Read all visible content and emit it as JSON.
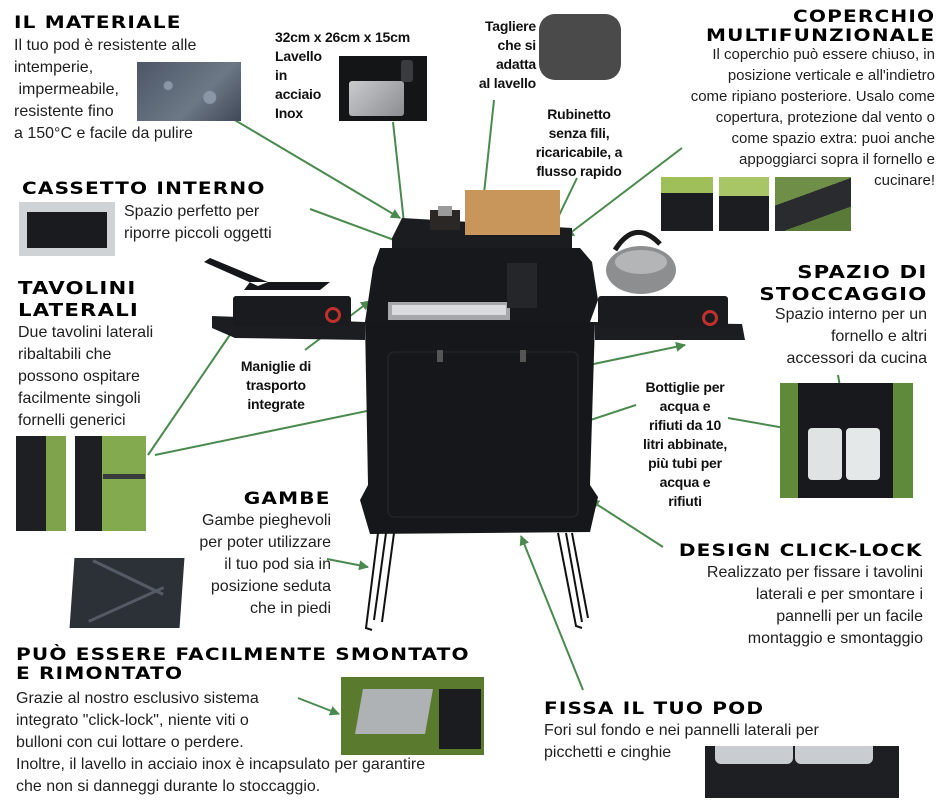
{
  "sections": {
    "materiale": {
      "title": "Il materiale",
      "lines": [
        "Il tuo pod è resistente alle",
        "intemperie,",
        " impermeabile,",
        "resistente fino",
        "a 150°C e facile da pulire"
      ]
    },
    "lavello": {
      "dims": "32cm x 26cm x 15cm",
      "lines": [
        "Lavello",
        "in",
        "acciaio",
        "Inox"
      ]
    },
    "tagliere": {
      "lines": [
        "Tagliere",
        "che si",
        "adatta",
        "al lavello"
      ]
    },
    "rubinetto": {
      "lines": [
        "Rubinetto",
        "senza fili,",
        "ricaricabile, a",
        "flusso rapido"
      ]
    },
    "coperchio": {
      "title_lines": [
        "Coperchio",
        "multifunzionale"
      ],
      "lines": [
        "Il coperchio può essere chiuso, in",
        "posizione verticale e all'indietro",
        "come ripiano posteriore. Usalo come",
        "copertura, protezione dal vento o",
        "come spazio extra: puoi anche",
        "appoggiarci sopra il fornello e",
        "cucinare!"
      ]
    },
    "cassetto": {
      "title": "Cassetto interno",
      "lines": [
        "Spazio perfetto per",
        "riporre piccoli oggetti"
      ]
    },
    "tavolini": {
      "title_lines": [
        "Tavolini",
        "laterali"
      ],
      "lines": [
        "Due tavolini laterali",
        "ribaltabili che",
        "possono ospitare",
        "facilmente singoli",
        "fornelli generici"
      ]
    },
    "maniglie": {
      "lines": [
        "Maniglie di",
        "trasporto",
        "integrate"
      ]
    },
    "stoccaggio": {
      "title_lines": [
        "Spazio di",
        "stoccaggio"
      ],
      "lines": [
        "Spazio interno per un",
        "fornello e altri",
        "accessori da cucina"
      ]
    },
    "bottiglie": {
      "lines": [
        "Bottiglie per",
        "acqua e",
        "rifiuti da 10",
        "litri abbinate,",
        "più tubi per",
        "acqua e",
        "rifiuti"
      ]
    },
    "gambe": {
      "title": "Gambe",
      "lines": [
        "Gambe pieghevoli",
        "per poter utilizzare",
        "il tuo pod sia in",
        "posizione seduta",
        "che in piedi"
      ]
    },
    "clicklock": {
      "title": "Design click-lock",
      "lines": [
        "Realizzato per fissare i tavolini",
        "laterali e per smontare i",
        "pannelli per un facile",
        "montaggio e smontaggio"
      ]
    },
    "smontato": {
      "title_lines": [
        "Può essere facilmente smontato",
        "e rimontato"
      ],
      "lines": [
        "Grazie al nostro esclusivo sistema",
        "integrato \"click-lock\", niente viti o",
        "bulloni con cui lottare o perdere.",
        "Inoltre, il lavello in acciaio inox è incapsulato per garantire",
        "che non si danneggi durante lo stoccaggio."
      ]
    },
    "fissa": {
      "title": "Fissa il tuo pod",
      "lines": [
        "Fori sul fondo e nei pannelli laterali per",
        "picchetti e cinghie"
      ]
    }
  },
  "colors": {
    "arrow": "#4a8a4e",
    "unit_body": "#16171a",
    "grass": "#7aa04a"
  }
}
